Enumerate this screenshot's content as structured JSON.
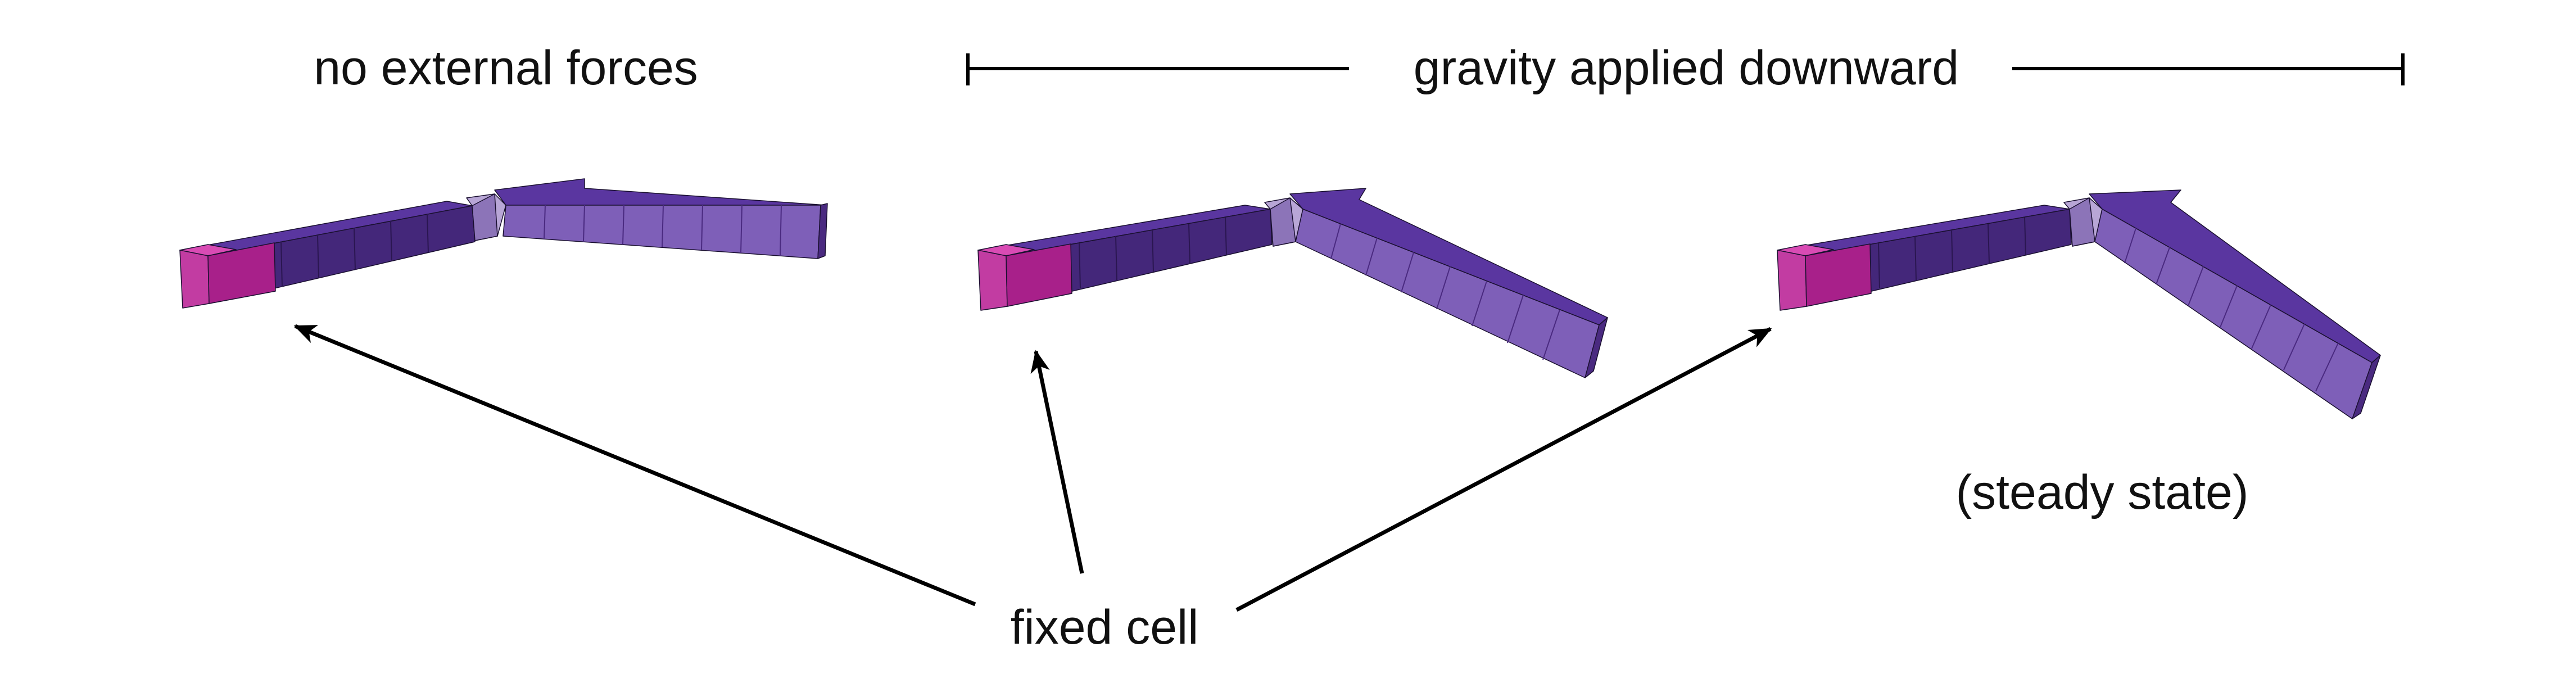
{
  "labels": {
    "no_forces": "no external forces",
    "gravity": "gravity applied downward",
    "steady_state": "(steady state)",
    "fixed_cell": "fixed cell"
  },
  "colors": {
    "fixed_cell": "#c1359c",
    "beam_dark": "#4a2a80",
    "beam_mid": "#6a45a8",
    "beam_light": "#7e5fb8",
    "joint": "#b8a6d6",
    "text": "#111111",
    "arrow": "#000000"
  }
}
